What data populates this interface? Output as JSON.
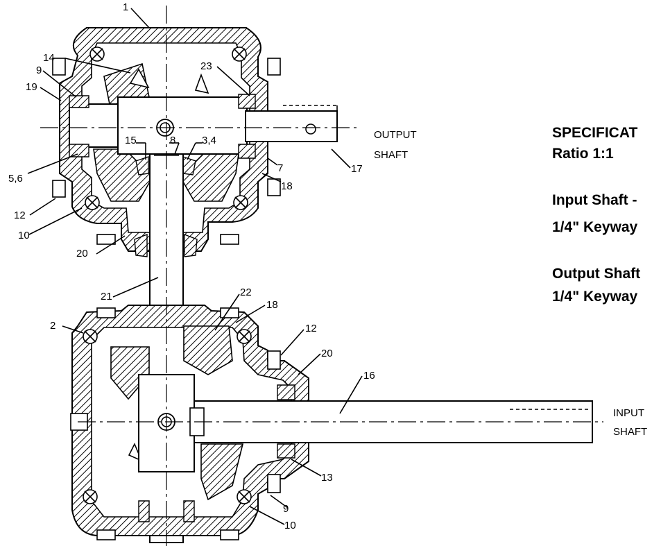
{
  "parts": [
    {
      "id": "p1",
      "label": "1"
    },
    {
      "id": "p2",
      "label": "2"
    },
    {
      "id": "p14",
      "label": "14"
    },
    {
      "id": "p9a",
      "label": "9"
    },
    {
      "id": "p19",
      "label": "19"
    },
    {
      "id": "p23",
      "label": "23"
    },
    {
      "id": "p15",
      "label": "15"
    },
    {
      "id": "p8",
      "label": "8"
    },
    {
      "id": "p34",
      "label": "3,4"
    },
    {
      "id": "p56",
      "label": "5,6"
    },
    {
      "id": "p7",
      "label": "7"
    },
    {
      "id": "p17",
      "label": "17"
    },
    {
      "id": "p18a",
      "label": "18"
    },
    {
      "id": "p12a",
      "label": "12"
    },
    {
      "id": "p10a",
      "label": "10"
    },
    {
      "id": "p20a",
      "label": "20"
    },
    {
      "id": "p21",
      "label": "21"
    },
    {
      "id": "p22",
      "label": "22"
    },
    {
      "id": "p18b",
      "label": "18"
    },
    {
      "id": "p12b",
      "label": "12"
    },
    {
      "id": "p20b",
      "label": "20"
    },
    {
      "id": "p16",
      "label": "16"
    },
    {
      "id": "p13",
      "label": "13"
    },
    {
      "id": "p9b",
      "label": "9"
    },
    {
      "id": "p10b",
      "label": "10"
    }
  ],
  "shaft_labels": {
    "output_line1": "OUTPUT",
    "output_line2": "SHAFT",
    "input_line1": "INPUT",
    "input_line2": "SHAFT"
  },
  "specifications": {
    "title": "SPECIFICAT",
    "ratio": "Ratio 1:1",
    "input_line1": "Input Shaft -",
    "input_line2": "1/4\" Keyway",
    "output_line1": "Output Shaft",
    "output_line2": "1/4\" Keyway"
  }
}
